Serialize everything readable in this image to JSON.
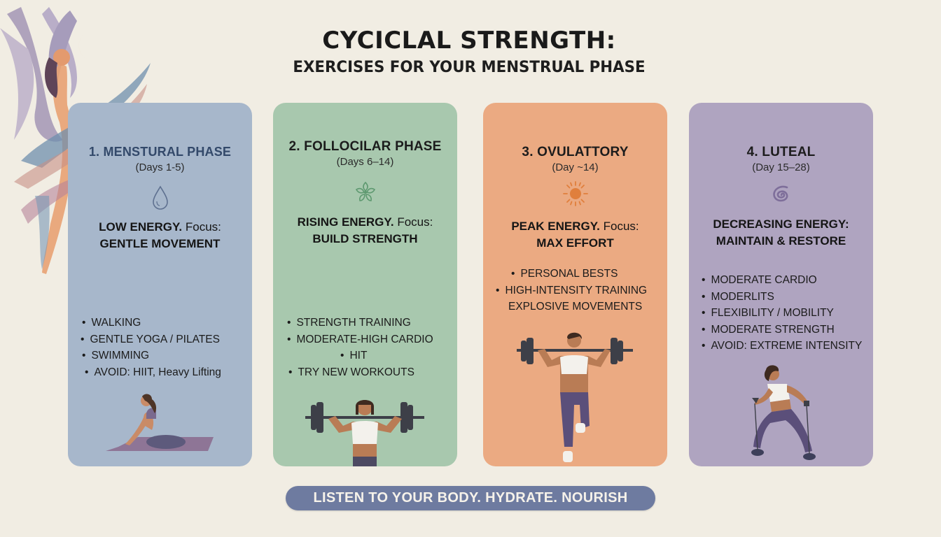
{
  "header": {
    "title": "CYCICLAL STRENGTH:",
    "subtitle": "EXERCISES FOR YOUR MENSTRUAL PHASE"
  },
  "decoration": {
    "icon": "dancing-woman-with-moon-and-ribbons",
    "moon_color": "#E39A5F"
  },
  "phases": [
    {
      "title": "1. MENSTURAL PHASE",
      "days": "(Days 1-5)",
      "icon": "water-drop-icon",
      "color": "#A7B7CB",
      "title_color": "#33496A",
      "focus_bold": "LOW ENERGY.",
      "focus_label": "Focus:",
      "focus_target": "GENTLE MOVEMENT",
      "items": [
        "WALKING",
        "GENTLE YOGA / PILATES",
        "SWIMMING",
        "AVOID: HIIT, Heavy Lifting"
      ],
      "illustration": "woman-kneeling-on-yoga-mat"
    },
    {
      "title": "2. FOLLOCILAR PHASE",
      "days": "(Days 6–14)",
      "icon": "flower-icon",
      "color": "#A8C8AE",
      "title_color": "#1b1b1b",
      "focus_bold": "RISING ENERGY.",
      "focus_label": "Focus:",
      "focus_target": "BUILD STRENGTH",
      "items": [
        "STRENGTH TRAINING",
        "MODERATE-HIGH CARDIO",
        "HIT",
        "TRY NEW WORKOUTS"
      ],
      "illustration": "woman-holding-barbell-on-shoulders"
    },
    {
      "title": "3. OVULATTORY",
      "days": "(Day ~14)",
      "icon": "sun-icon",
      "color": "#EBAA82",
      "title_color": "#1b1b1b",
      "focus_bold": "PEAK ENERGY.",
      "focus_label": "Focus:",
      "focus_target": "MAX EFFORT",
      "items": [
        "PERSONAL BESTS",
        "HIGH-INTENSITY TRAINING",
        "EXPLOSIVE MOVEMENTS"
      ],
      "illustration": "woman-barbell-single-leg-stance"
    },
    {
      "title": "4. LUTEAL",
      "days": "(Day 15–28)",
      "icon": "spiral-icon",
      "color": "#AFA4C0",
      "title_color": "#1b1b1b",
      "focus_bold": "DECREASING ENERGY:",
      "focus_label": "",
      "focus_target": "MAINTAIN & RESTORE",
      "items": [
        "MODERATE CARDIO",
        "MODERLITS",
        "FLEXIBILITY / MOBILITY",
        "MODERATE STRENGTH",
        "AVOID: EXTREME INTENSITY"
      ],
      "illustration": "woman-lunge-with-resistance-bands"
    }
  ],
  "footer": {
    "message": "LISTEN TO YOUR BODY. HYDRATE. NOURISH",
    "color": "#6E7BA0"
  }
}
